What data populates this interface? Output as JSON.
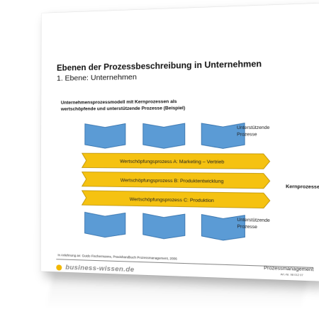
{
  "document": {
    "title": "Ebenen der Prozessbeschreibung in Unternehmen",
    "subtitle": "1. Ebene: Unternehmen",
    "intro_line1": "Unternehmensprozessmodell mit Kernprozessen als",
    "intro_line2": "wertschöpfende und unterstützende Prozesse (Beispiel)",
    "support_label_line1": "Unterstützende",
    "support_label_line2": "Prozesse",
    "core_label": "Kernprozesse",
    "processes": [
      "Wertschöpfungsprozess A: Marketing – Vertrieb",
      "Wertschöpfungsprozess B: Produktentwicklung",
      "Wertschöpfungsprozess C: Produktion"
    ],
    "footnote": "In Anlehnung an: Guido Fischermanns, Praxishandbuch Prozessmanagement, 2006",
    "brand": "business-wissen.de",
    "doc_name": "Prozessmanagement",
    "doc_number": "Art.-Nr. 98 012 07"
  },
  "colors": {
    "process_fill": "#f5c211",
    "process_border": "#b98f00",
    "support_fill": "#5b9bd5",
    "support_border": "#2e6ca8",
    "brand_dot": "#f2b700"
  }
}
